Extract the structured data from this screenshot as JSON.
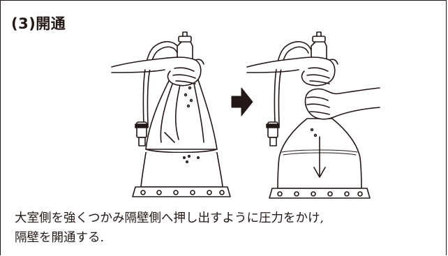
{
  "step": {
    "title": "(3)開通"
  },
  "figure": {
    "before_label": "",
    "after_label": "",
    "arrow_icon": "right-arrow-icon"
  },
  "caption": {
    "line1": "大室側を強くつかみ隔壁側へ押し出すように圧力をかけ,",
    "line2": "隔壁を開通する."
  }
}
